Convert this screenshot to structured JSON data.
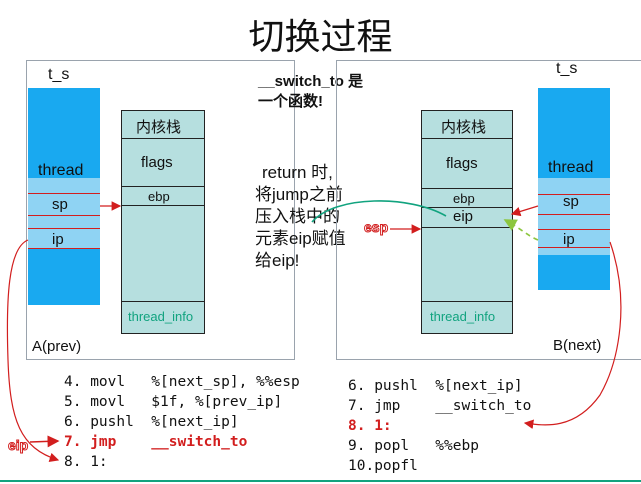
{
  "title": "切换过程",
  "note_red": {
    "line1": "__switch_to 是",
    "line2": "一个函数!"
  },
  "note_black": {
    "line1": "return 时,",
    "line2": "将jump之前",
    "line3": "压入栈中的",
    "line4": "元素eip赋值",
    "line5": "给eip!"
  },
  "left": {
    "ts_label": "t_s",
    "thread_label": "thread",
    "sp_label": "sp",
    "ip_label": "ip",
    "kstack_label": "内核栈",
    "flags_label": "flags",
    "ebp_label": "ebp",
    "thread_info_label": "thread_info",
    "prev_label": "A(prev)"
  },
  "right": {
    "ts_label": "t_s",
    "thread_label": "thread",
    "sp_label": "sp",
    "ip_label": "ip",
    "kstack_label": "内核栈",
    "flags_label": "flags",
    "ebp_label": "ebp",
    "eip_label": "eip",
    "thread_info_label": "thread_info",
    "next_label": "B(next)",
    "esp_label": "esp"
  },
  "eip_pointer_label": "eip",
  "code_left": [
    "4. movl   %[next_sp], %%esp",
    "5. movl   $1f, %[prev_ip]",
    "6. pushl  %[next_ip]",
    "7. jmp    __switch_to",
    "8. 1:"
  ],
  "code_right": [
    "6. pushl  %[next_ip]",
    "7. jmp    __switch_to",
    "8. 1:",
    "9. popl   %%ebp",
    "10.popfl"
  ],
  "colors": {
    "accent_red": "#d21e1e",
    "blue": "#19a9f0",
    "teal": "#b6dfdf",
    "arrow_teal": "#11a37f",
    "arrow_green": "#8cc63f"
  }
}
